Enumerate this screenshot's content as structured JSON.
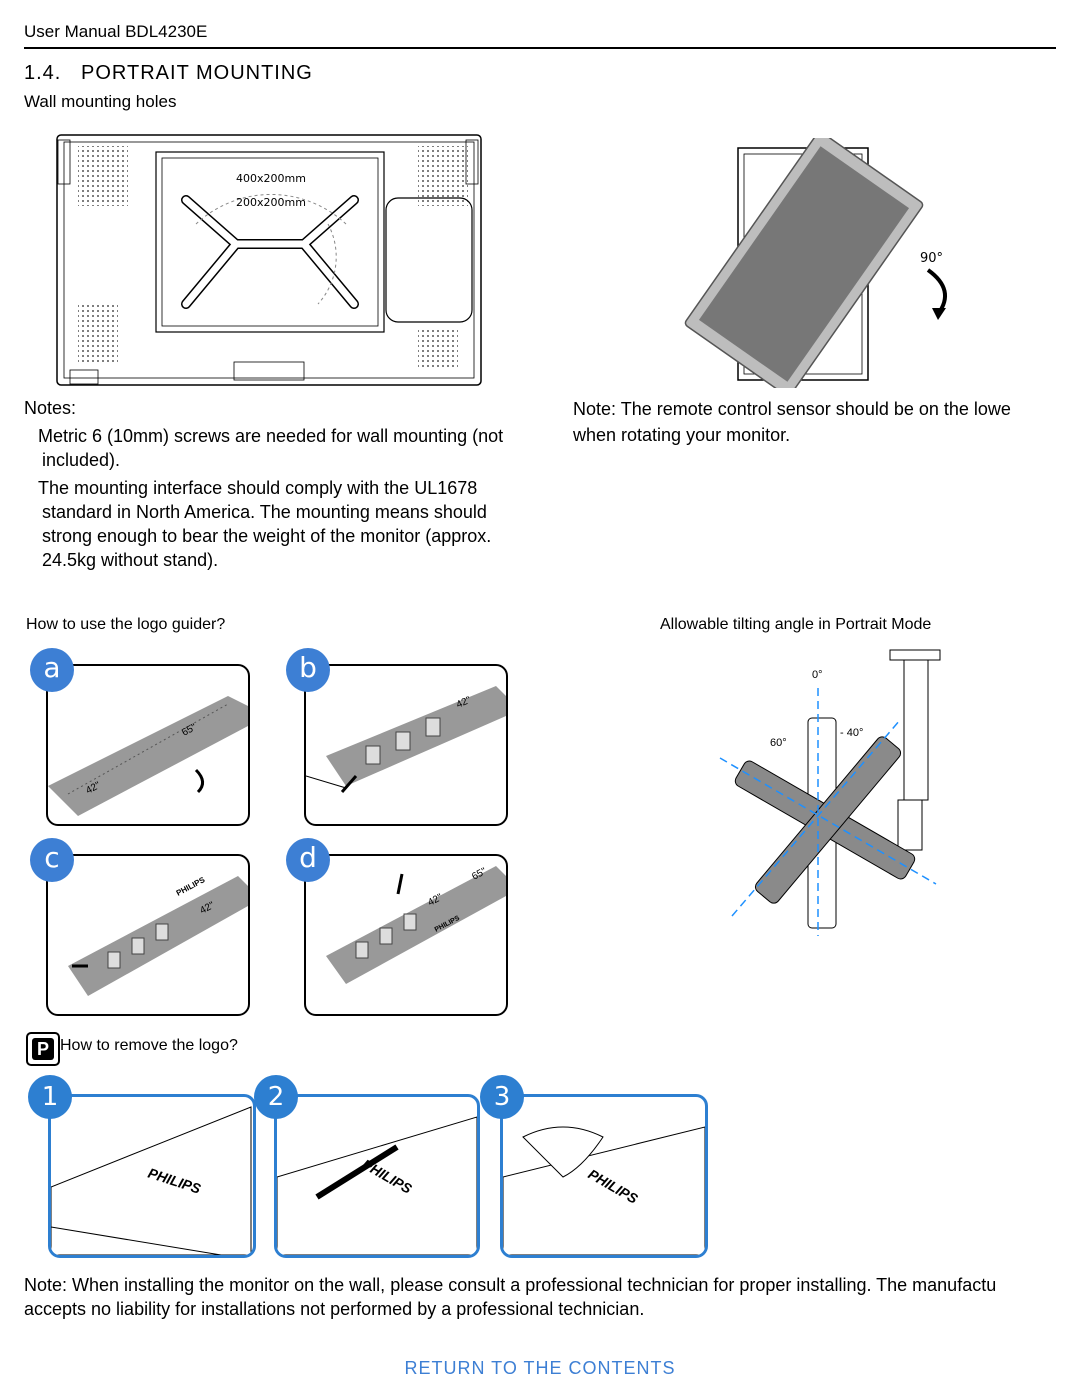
{
  "header": {
    "title": "User Manual BDL4230E"
  },
  "section": {
    "title": "1.4.   PORTRAIT MOUNTING",
    "subtitle": "Wall mounting holes"
  },
  "diagram_labels": {
    "vesa_large": "400x200mm",
    "vesa_small": "200x200mm",
    "rotation": "90°",
    "angle_zero": "0°",
    "angle_sixty": "60°",
    "angle_minus_forty": "- 40°",
    "guider_size_a": "65\"",
    "guider_size_b": "42\"",
    "brand": "PHILIPS"
  },
  "notes": {
    "title": "Notes:",
    "items": [
      "Metric 6 (10mm) screws are needed for wall mounting (not",
      "included).",
      "The mounting interface should comply with the UL1678",
      "standard in North America. The mounting means should",
      "strong enough to bear the weight of the monitor (approx.",
      "24.5kg without stand)."
    ],
    "right_line1": "Note: The remote control sensor should be on the lowe",
    "right_line2": "when rotating your monitor."
  },
  "logo_guider": {
    "heading": "How to use the logo guider?",
    "steps": [
      "a",
      "b",
      "c",
      "d"
    ]
  },
  "tilting": {
    "heading": "Allowable tilting angle in Portrait Mode"
  },
  "remove_logo": {
    "heading": "How to remove the logo?",
    "steps": [
      "1",
      "2",
      "3"
    ]
  },
  "bottom_note": {
    "line1": "Note: When installing the monitor on the wall, please consult a professional technician for proper installing. The manufactu",
    "line2": "accepts no liability for installations not performed by a professional technician."
  },
  "return_link": "RETURN TO THE CONTENTS"
}
